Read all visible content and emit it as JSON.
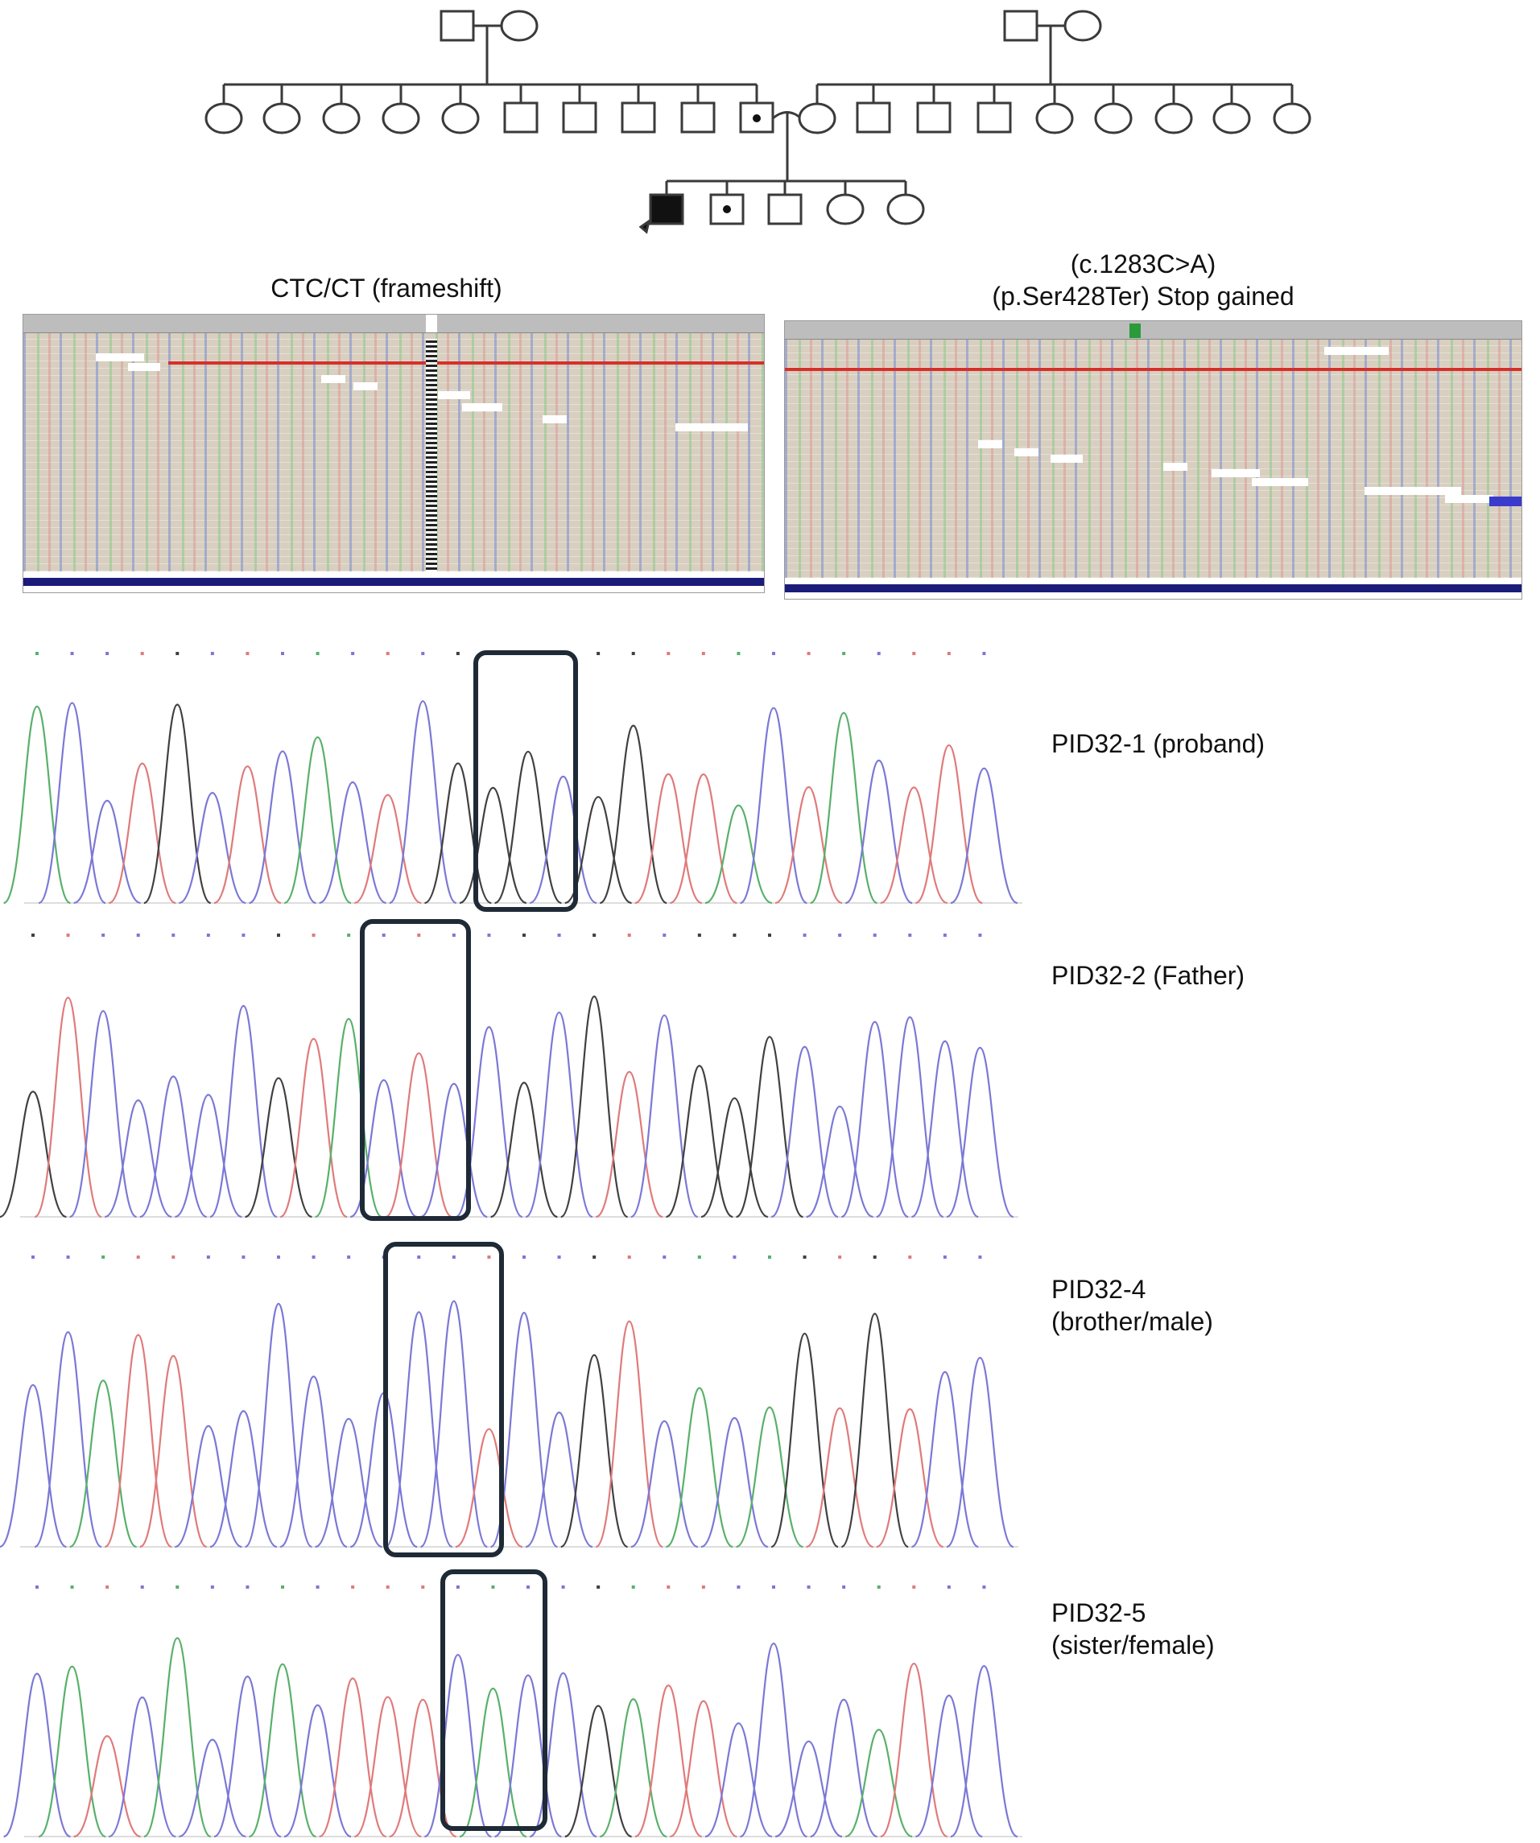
{
  "igv": {
    "left_title": "CTC/CT (frameshift)",
    "right_title_line1": "(c.1283C>A)",
    "right_title_line2": "(p.Ser428Ter) Stop gained"
  },
  "chromatograms": [
    {
      "label_line1": "PID32-1 (proband)",
      "label_line2": ""
    },
    {
      "label_line1": "PID32-2 (Father)",
      "label_line2": ""
    },
    {
      "label_line1": "PID32-4",
      "label_line2": "(brother/male)"
    },
    {
      "label_line1": "PID32-5",
      "label_line2": "(sister/female)"
    }
  ],
  "colors": {
    "trace_blue": "#7b78d6",
    "trace_red": "#e07a7a",
    "trace_green": "#59b06a",
    "trace_black": "#404040",
    "igv_red": "#d6302a",
    "pedigree_line": "#3a3a3a"
  }
}
